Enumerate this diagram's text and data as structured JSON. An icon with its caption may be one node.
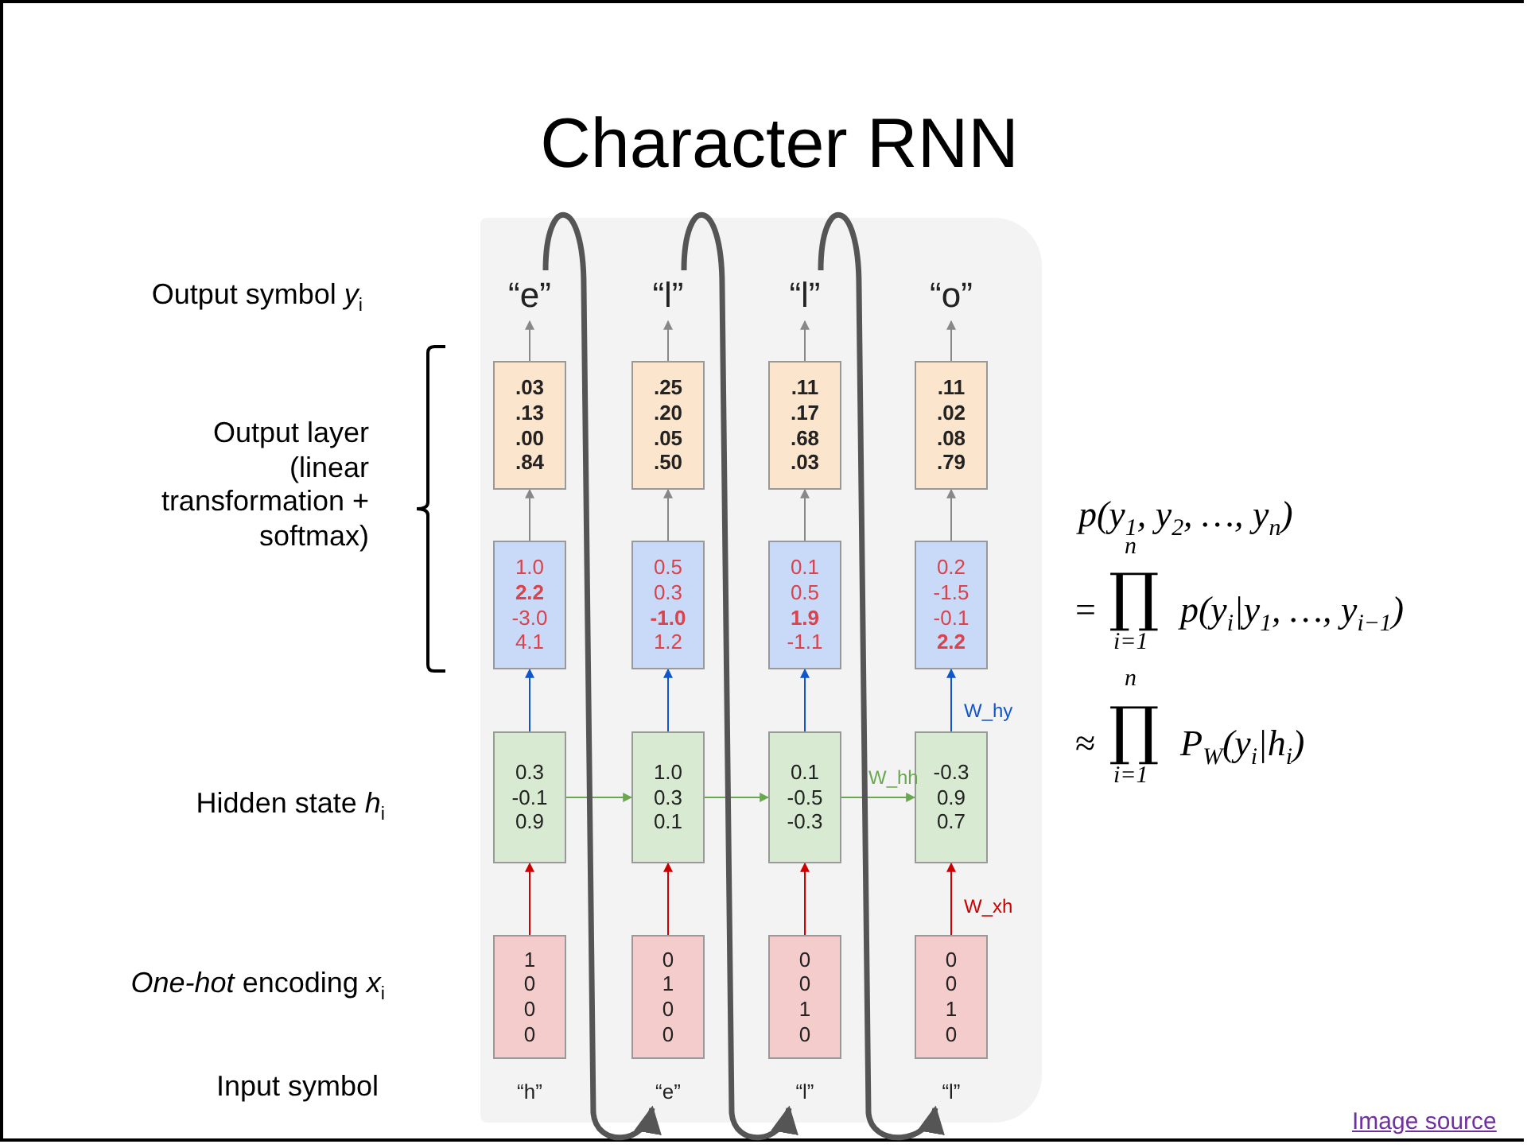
{
  "diagram": {
    "title": "Character RNN",
    "nodes": [
      {
        "text": [
          "“e”"
        ]
      },
      {
        "text": [
          "“l”"
        ]
      },
      {
        "text": [
          "“l”"
        ]
      },
      {
        "text": [
          "“o”"
        ]
      },
      {
        "text": [
          ".03 .13 .00 .84"
        ]
      },
      {
        "text": [
          ".25 .20 .05 .50"
        ]
      },
      {
        "text": [
          ".11 .17 .68 .03"
        ]
      },
      {
        "text": [
          ".11 .02 .08 .79"
        ]
      },
      {
        "text": [
          "1.0 **2.2** -3.0 4.1"
        ]
      },
      {
        "text": [
          "0.5 0.3 **-1.0** 1.2"
        ]
      },
      {
        "text": [
          "0.1 0.5 **1.9** -1.1"
        ]
      },
      {
        "text": [
          "0.2 -1.5 -0.1 **2.2**"
        ]
      },
      {
        "text": [
          "0.3 -0.1 0.9"
        ]
      },
      {
        "text": [
          "1.0 0.3 0.1"
        ]
      },
      {
        "text": [
          "0.1 -0.5 -0.3"
        ]
      },
      {
        "text": [
          "-0.3 0.9 0.7"
        ]
      },
      {
        "text": [
          "1 0 0 0"
        ]
      },
      {
        "text": [
          "0 1 0 0"
        ]
      },
      {
        "text": [
          "0 0 1 0"
        ]
      },
      {
        "text": [
          "0 0 1 0"
        ]
      },
      {
        "text": [
          "“h”"
        ]
      },
      {
        "text": [
          "“e”"
        ]
      },
      {
        "text": [
          "“l”"
        ]
      },
      {
        "text": [
          "“l”"
        ]
      }
    ],
    "edges": [
      {
        "from": 16,
        "to": 12,
        "arrow": "to",
        "color": "#cc0000"
      },
      {
        "from": 17,
        "to": 13,
        "arrow": "to",
        "color": "#cc0000"
      },
      {
        "from": 18,
        "to": 14,
        "arrow": "to",
        "color": "#cc0000"
      },
      {
        "from": 19,
        "to": 15,
        "arrow": "to",
        "color": "#cc0000",
        "label": "W_xh"
      },
      {
        "from": 12,
        "to": 8,
        "arrow": "to",
        "color": "#1155cc"
      },
      {
        "from": 13,
        "to": 9,
        "arrow": "to",
        "color": "#1155cc"
      },
      {
        "from": 14,
        "to": 10,
        "arrow": "to",
        "color": "#1155cc"
      },
      {
        "from": 15,
        "to": 11,
        "arrow": "to",
        "color": "#1155cc",
        "label": "W_hy"
      },
      {
        "from": 8,
        "to": 4,
        "arrow": "to"
      },
      {
        "from": 9,
        "to": 5,
        "arrow": "to"
      },
      {
        "from": 10,
        "to": 6,
        "arrow": "to"
      },
      {
        "from": 11,
        "to": 7,
        "arrow": "to"
      },
      {
        "from": 4,
        "to": 0,
        "arrow": "to"
      },
      {
        "from": 5,
        "to": 1,
        "arrow": "to"
      },
      {
        "from": 6,
        "to": 2,
        "arrow": "to"
      },
      {
        "from": 7,
        "to": 3,
        "arrow": "to"
      },
      {
        "from": 12,
        "to": 13,
        "arrow": "to",
        "color": "#6aa84f"
      },
      {
        "from": 13,
        "to": 14,
        "arrow": "to",
        "color": "#6aa84f"
      },
      {
        "from": 14,
        "to": 15,
        "arrow": "to",
        "color": "#6aa84f",
        "label": "W_hh"
      },
      {
        "from": 0,
        "to": 21,
        "arrow": "to",
        "style": "thick",
        "color": "#555555"
      },
      {
        "from": 1,
        "to": 22,
        "arrow": "to",
        "style": "thick",
        "color": "#555555"
      },
      {
        "from": 2,
        "to": 23,
        "arrow": "to",
        "style": "thick",
        "color": "#555555"
      }
    ],
    "labels": [
      "Output symbol *y*$_{i}$",
      "Output layer (linear transformation + softmax)",
      "p(y$_{1}$, y$_{2}$, …, y$_{n}$)",
      "n",
      "=",
      "∏",
      "p(y$_{i}$|y$_{1}$, …, y$_{i−1}$)",
      "i=1",
      "n",
      "≈",
      "∏",
      "P$_{W}$(y$_{i}$|h$_{i}$)",
      "i=1",
      "Hidden state *h*$_{i}$",
      "*One-hot* encoding *x*$_{i}$",
      "Input symbol",
      "Image source"
    ]
  }
}
